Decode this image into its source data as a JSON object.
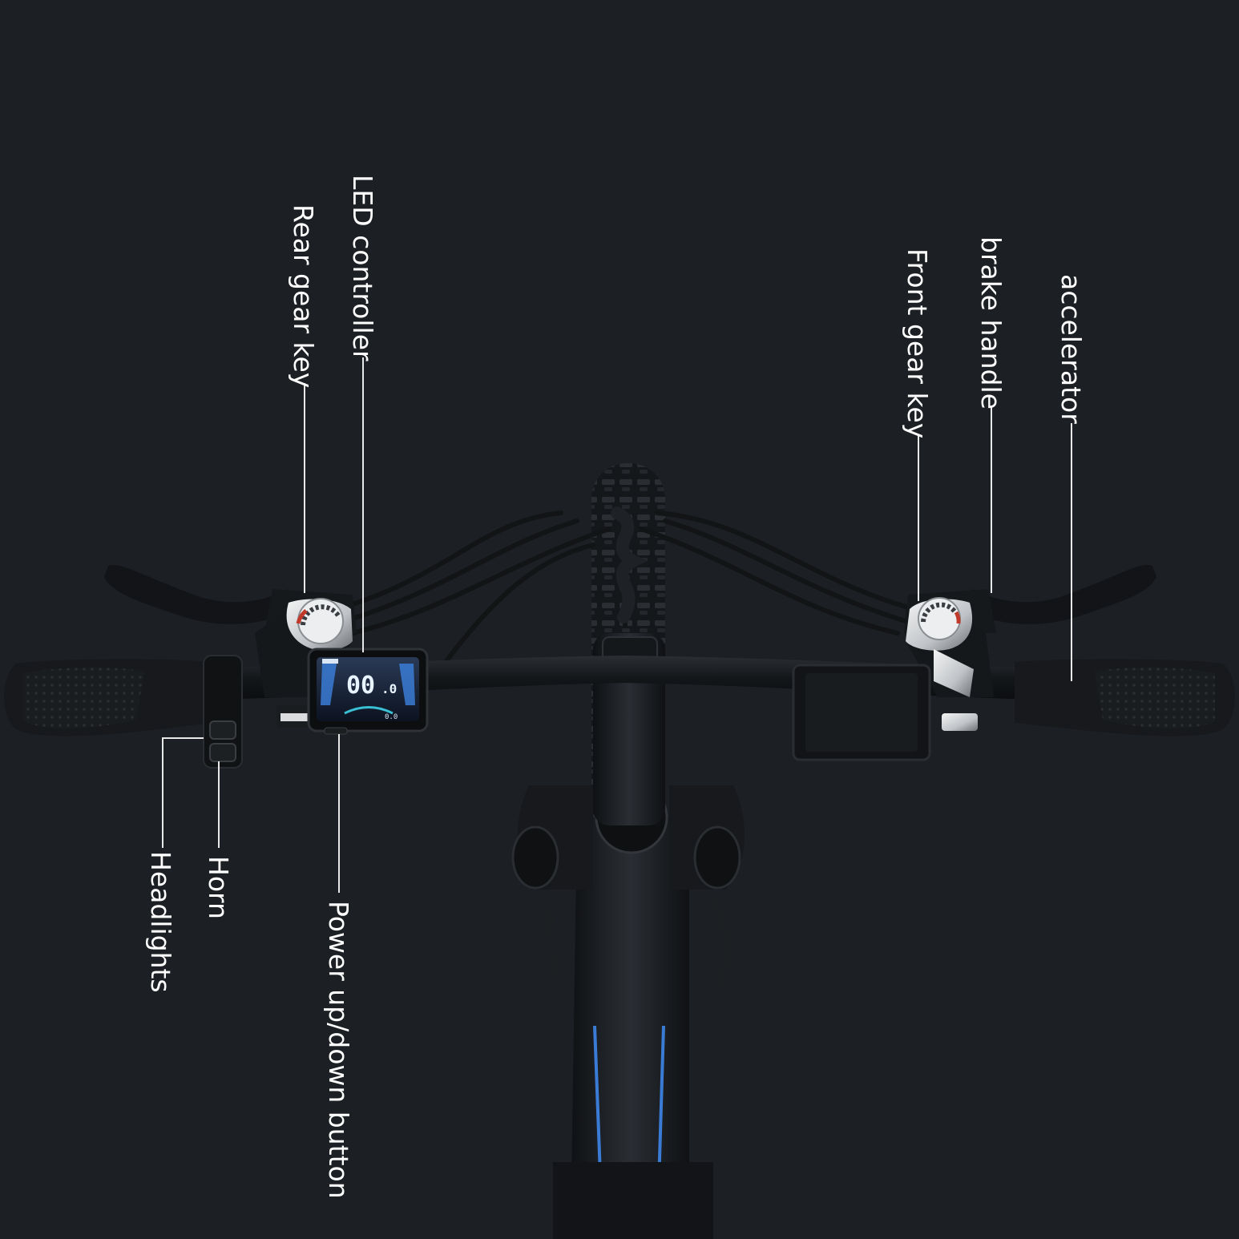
{
  "labels": {
    "rear_gear_key": "Rear gear key",
    "led_controller": "LED controller",
    "front_gear_key": "Front gear key",
    "brake_handle": "brake handle",
    "accelerator": "accelerator",
    "headlights": "Headlights",
    "horn": "Horn",
    "power_button": "Power up/down button"
  },
  "display": {
    "speed": "00",
    "speed_decimal": ".0",
    "distance": "0.0"
  },
  "colors": {
    "background": "#1c2025",
    "accent": "#3a7bd5",
    "line": "#e8e8e8"
  }
}
